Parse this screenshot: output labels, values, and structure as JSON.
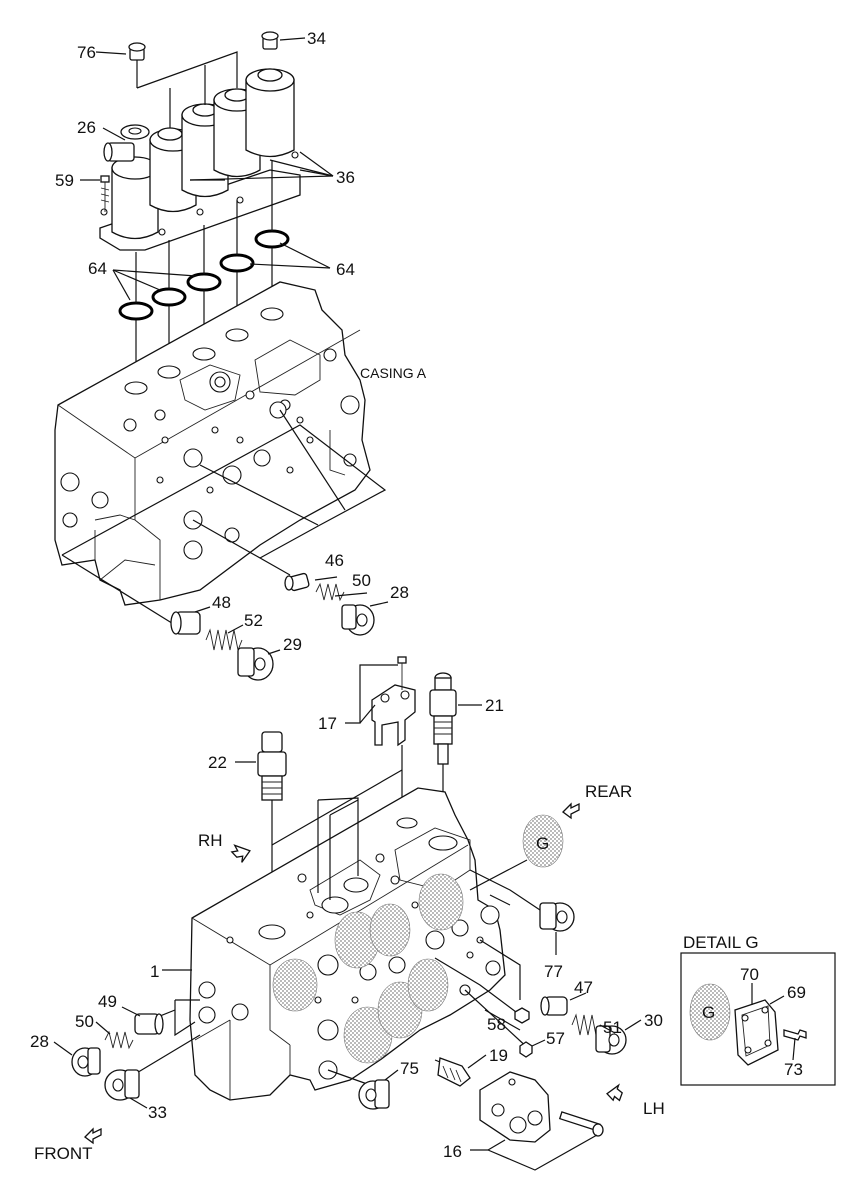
{
  "callouts": {
    "p76": "76",
    "p34": "34",
    "p26": "26",
    "p59": "59",
    "p36": "36",
    "p64a": "64",
    "p64b": "64",
    "p46": "46",
    "p50a": "50",
    "p28a": "28",
    "p48": "48",
    "p52": "52",
    "p29": "29",
    "p17": "17",
    "p21": "21",
    "p22": "22",
    "p1": "1",
    "p49": "49",
    "p50b": "50",
    "p28b": "28",
    "p33": "33",
    "p75": "75",
    "p19": "19",
    "p16": "16",
    "p58": "58",
    "p57": "57",
    "p47": "47",
    "p51": "51",
    "p30": "30",
    "p77": "77",
    "p70": "70",
    "p69": "69",
    "p73": "73"
  },
  "labels": {
    "casing_a": "CASING A",
    "rear": "REAR",
    "rh": "RH",
    "lh": "LH",
    "front": "FRONT",
    "detail_g": "DETAIL  G",
    "g_main": "G",
    "g_detail": "G"
  },
  "colors": {
    "ink": "#111111",
    "screen_dot": "#9a9a9a",
    "background": "#ffffff"
  }
}
